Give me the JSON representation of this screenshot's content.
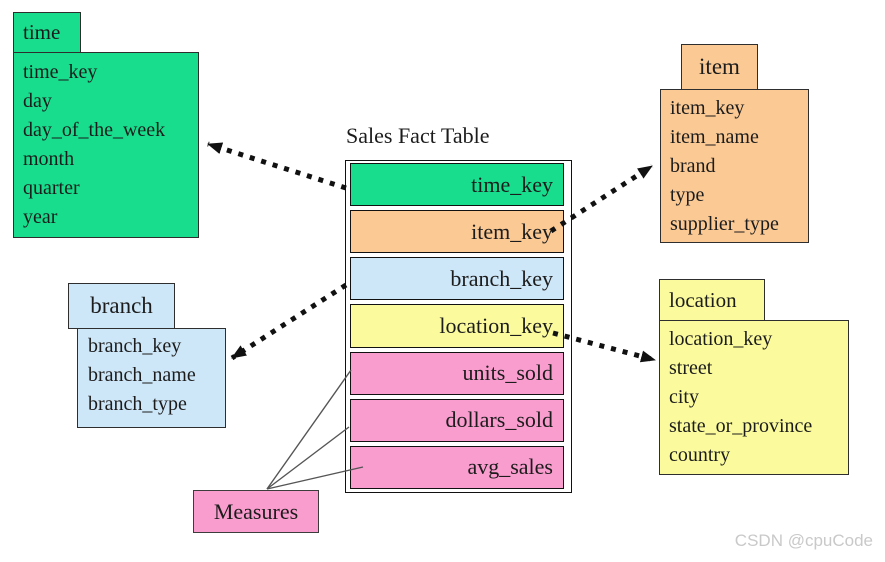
{
  "title": "Sales Fact Table",
  "watermark": "CSDN @cpuCode",
  "colors": {
    "green": "#17DD8D",
    "orange": "#FAC994",
    "blue": "#CEE7F8",
    "yellow": "#FBFB9D",
    "pink": "#F99CCE"
  },
  "fact_table": {
    "rows": [
      {
        "label": "time_key",
        "color": "green"
      },
      {
        "label": "item_key",
        "color": "orange"
      },
      {
        "label": "branch_key",
        "color": "blue"
      },
      {
        "label": "location_key",
        "color": "yellow"
      },
      {
        "label": "units_sold",
        "color": "pink"
      },
      {
        "label": "dollars_sold",
        "color": "pink"
      },
      {
        "label": "avg_sales",
        "color": "pink"
      }
    ]
  },
  "dimensions": {
    "time": {
      "name": "time",
      "fields": [
        "time_key",
        "day",
        "day_of_the_week",
        "month",
        "quarter",
        "year"
      ]
    },
    "item": {
      "name": "item",
      "fields": [
        "item_key",
        "item_name",
        "brand",
        "type",
        "supplier_type"
      ]
    },
    "branch": {
      "name": "branch",
      "fields": [
        "branch_key",
        "branch_name",
        "branch_type"
      ]
    },
    "location": {
      "name": "location",
      "fields": [
        "location_key",
        "street",
        "city",
        "state_or_province",
        "country"
      ]
    }
  },
  "measures_label": "Measures"
}
